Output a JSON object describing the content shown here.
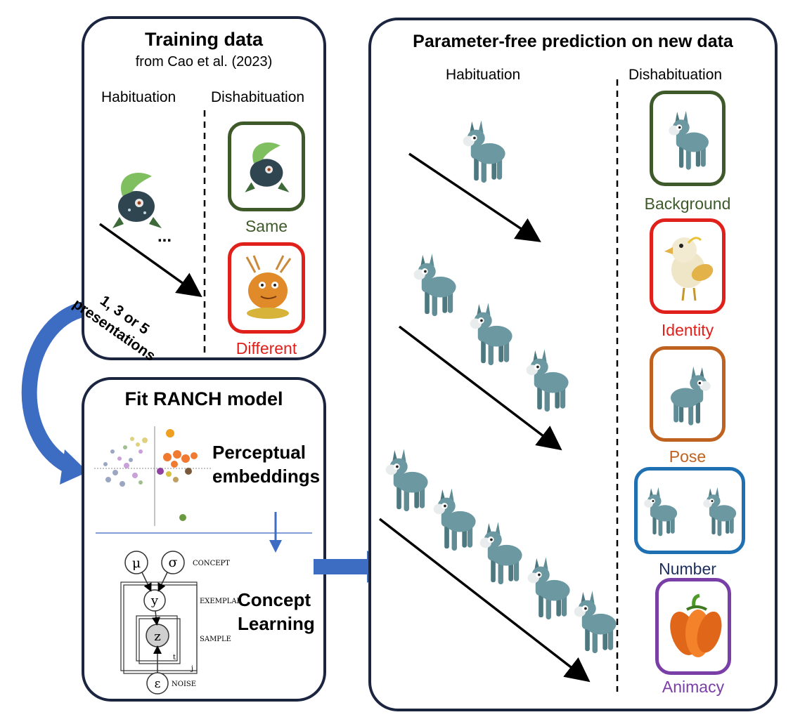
{
  "training": {
    "title": "Training data",
    "subtitle": "from Cao et al. (2023)",
    "habituation": "Habituation",
    "dishabituation": "Dishabituation",
    "ellipsis": "...",
    "presentations_line1": "1, 3 or 5",
    "presentations_line2": "presentations",
    "same": "Same",
    "different": "Different"
  },
  "fit": {
    "title": "Fit RANCH model",
    "embeddings_line1": "Perceptual",
    "embeddings_line2": "embeddings",
    "concept_line1": "Concept",
    "concept_line2": "Learning",
    "graph": {
      "mu": "μ",
      "sigma": "σ",
      "y": "y",
      "z": "z",
      "eps": "ε",
      "concept": "CONCEPT",
      "exemplar": "EXEMPLAR",
      "sample": "SAMPLE",
      "noise": "NOISE",
      "t": "t",
      "j": "j"
    }
  },
  "prediction": {
    "title": "Parameter-free prediction on new data",
    "habituation": "Habituation",
    "dishabituation": "Dishabituation",
    "labels": {
      "background": "Background",
      "identity": "Identity",
      "pose": "Pose",
      "number": "Number",
      "animacy": "Animacy"
    }
  },
  "colors": {
    "panel_border": "#1b2540",
    "same": "#3f5a2a",
    "different": "#e0201b",
    "background": "#3f5a2a",
    "identity": "#e0201b",
    "pose": "#c0621f",
    "number": "#1f6fb3",
    "number_text": "#1f2f5c",
    "animacy": "#7a3fa6",
    "arrow_blue": "#3d6cc3",
    "donkey": "#5f8c95"
  }
}
